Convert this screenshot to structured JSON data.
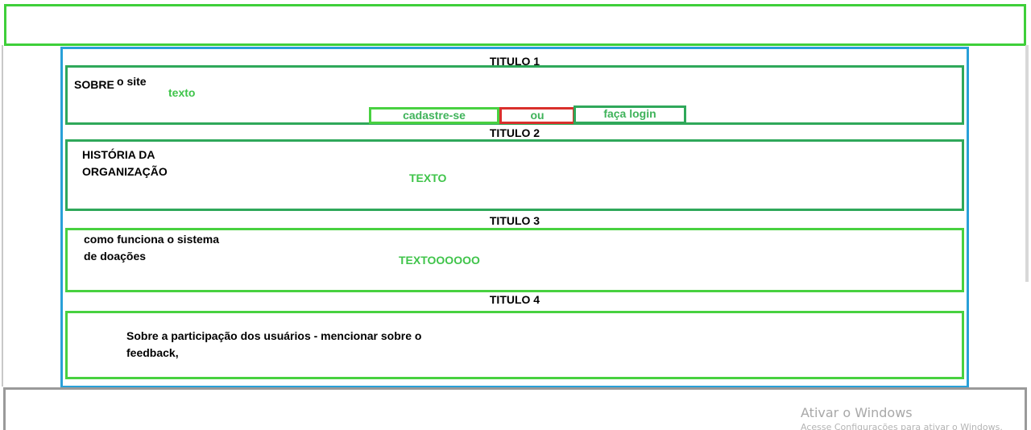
{
  "sections": [
    {
      "title": "TITULO 1",
      "label_prefix": "SOBRE",
      "label_suffix": "o site",
      "text": "texto",
      "actions": {
        "signup_label": "cadastre-se",
        "or_label": "ou",
        "login_label": "faça login"
      }
    },
    {
      "title": "TITULO 2",
      "label_line1": "HISTÓRIA DA",
      "label_line2": "ORGANIZAÇÃO",
      "text": "TEXTO"
    },
    {
      "title": "TITULO 3",
      "label_line1": "como funciona o sistema",
      "label_line2": "de doações",
      "text": "TEXTOOOOOO"
    },
    {
      "title": "TITULO 4",
      "label_line1": "Sobre a participação dos usuários - mencionar sobre o",
      "label_line2": "feedback,"
    }
  ],
  "watermark": {
    "title": "Ativar o Windows",
    "subtitle": "Acesse Configurações para ativar o Windows."
  },
  "colors": {
    "header_border": "#3ecf3a",
    "container_border": "#29a0d8",
    "section_dark_border": "#2fa85a",
    "section_light_border": "#48d140",
    "or_border": "#d9302c"
  }
}
